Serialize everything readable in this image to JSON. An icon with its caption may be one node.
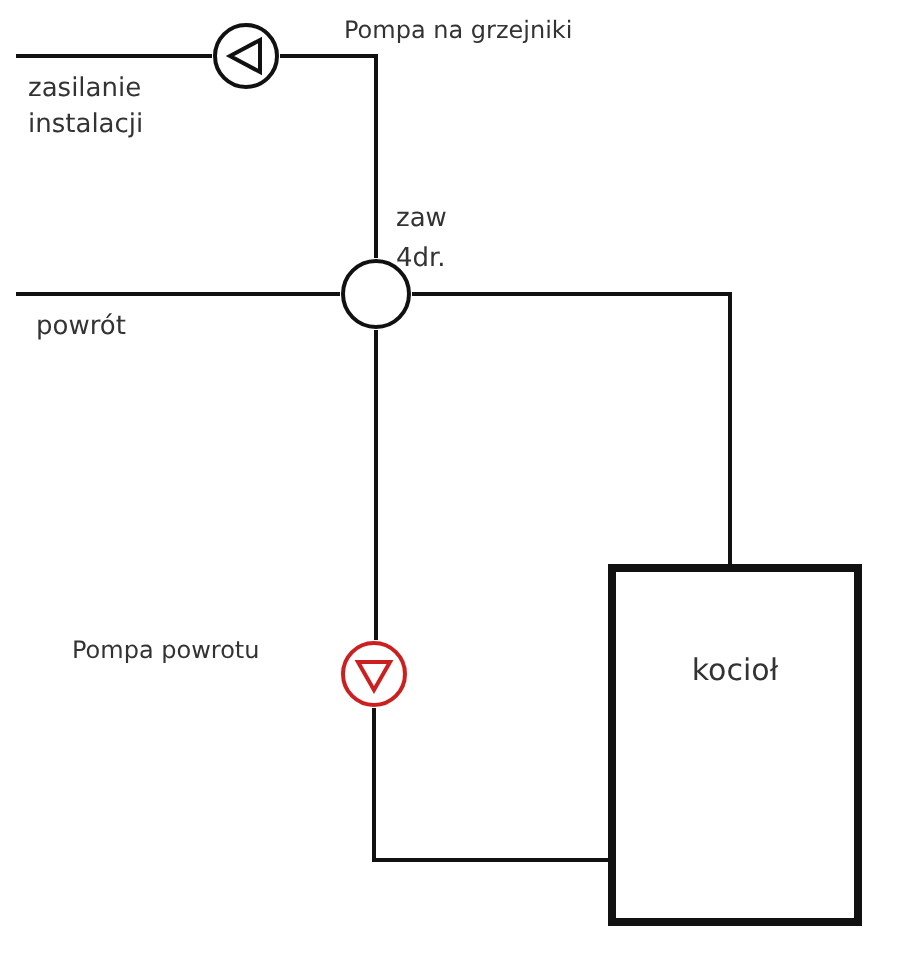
{
  "diagram": {
    "nodes": [
      {
        "text": [
          "kocioł"
        ]
      },
      {
        "text": [],
        "shape": "circle",
        "beside": [
          "Pompa na grzejniki"
        ]
      },
      {
        "text": [],
        "shape": "circle",
        "beside": [
          "zaw 4dr."
        ]
      },
      {
        "text": [],
        "shape": "circle",
        "beside": [
          "Pompa powrotu"
        ]
      }
    ],
    "edges": [
      {
        "from": null,
        "to": 1,
        "arrow": "none"
      },
      {
        "from": 1,
        "to": 2,
        "arrow": "none"
      },
      {
        "from": null,
        "to": 2,
        "arrow": "none"
      },
      {
        "from": 2,
        "to": 0,
        "arrow": "none"
      },
      {
        "from": 2,
        "to": 3,
        "arrow": "none"
      },
      {
        "from": 3,
        "to": 0,
        "arrow": "none"
      }
    ],
    "labels": [
      "zasilanie instalacji",
      "powrót"
    ]
  }
}
